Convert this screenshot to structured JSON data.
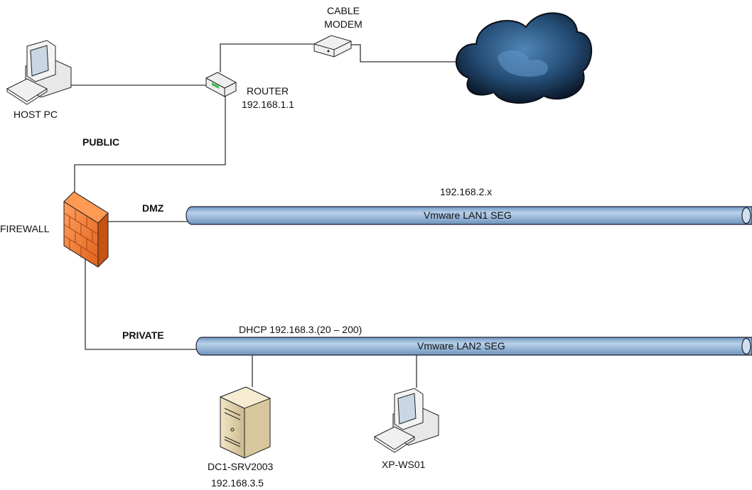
{
  "nodes": {
    "host_pc": {
      "label": "HOST PC",
      "icon": "desktop-pc-icon"
    },
    "router": {
      "label": "ROUTER",
      "ip": "192.168.1.1",
      "icon": "router-icon"
    },
    "cable_modem": {
      "label_line1": "CABLE",
      "label_line2": "MODEM",
      "icon": "modem-icon"
    },
    "internet": {
      "icon": "cloud-icon"
    },
    "firewall": {
      "label": "FIREWALL",
      "icon": "firewall-icon"
    },
    "server": {
      "label": "DC1-SRV2003",
      "ip": "192.168.3.5",
      "icon": "server-tower-icon"
    },
    "workstation": {
      "label": "XP-WS01",
      "icon": "desktop-pc-icon"
    }
  },
  "links": {
    "public": "PUBLIC",
    "dmz": "DMZ",
    "private": "PRIVATE"
  },
  "segments": {
    "lan1": {
      "label": "Vmware LAN1 SEG",
      "subnet": "192.168.2.x"
    },
    "lan2": {
      "label": "Vmware LAN2 SEG",
      "subnet": "DHCP 192.168.3.(20 – 200)"
    }
  },
  "colors": {
    "pipe": "#8fb3d6",
    "pipe_dark": "#5d87b3",
    "firewall": "#f07a2a",
    "cloud": "#2e5f8f",
    "line": "#333333"
  }
}
